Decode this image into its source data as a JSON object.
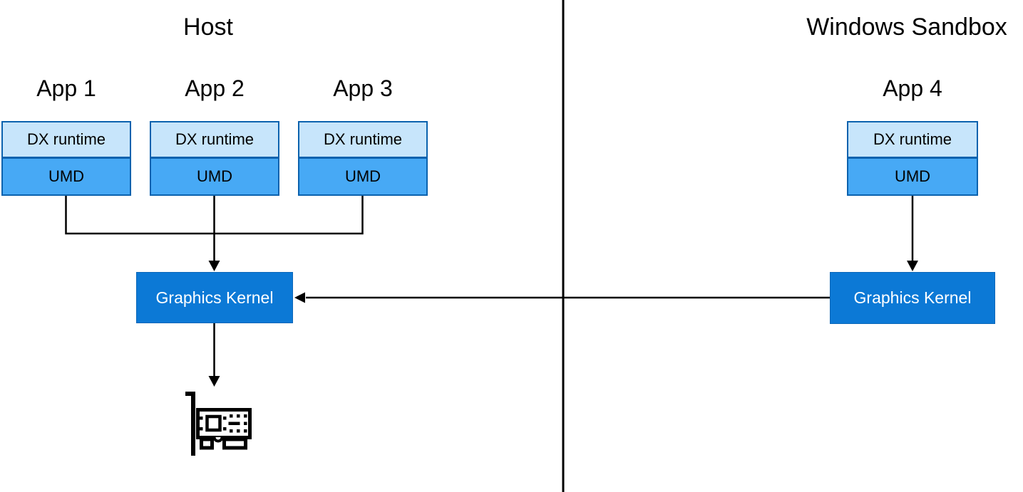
{
  "host": {
    "title": "Host",
    "apps": [
      {
        "name": "App 1",
        "dx": "DX runtime",
        "umd": "UMD"
      },
      {
        "name": "App 2",
        "dx": "DX runtime",
        "umd": "UMD"
      },
      {
        "name": "App 3",
        "dx": "DX runtime",
        "umd": "UMD"
      }
    ],
    "kernel": "Graphics Kernel"
  },
  "sandbox": {
    "title": "Windows Sandbox",
    "apps": [
      {
        "name": "App 4",
        "dx": "DX runtime",
        "umd": "UMD"
      }
    ],
    "kernel": "Graphics Kernel"
  },
  "icons": {
    "gpu": "graphics-card-icon"
  },
  "colors": {
    "background": "#ffffff",
    "dx_runtime_fill": "#c7e5fb",
    "umd_fill": "#47a9f5",
    "box_border": "#0b62ae",
    "kernel_fill": "#0c79d6",
    "kernel_text": "#ffffff",
    "line": "#000000",
    "text": "#000000"
  }
}
